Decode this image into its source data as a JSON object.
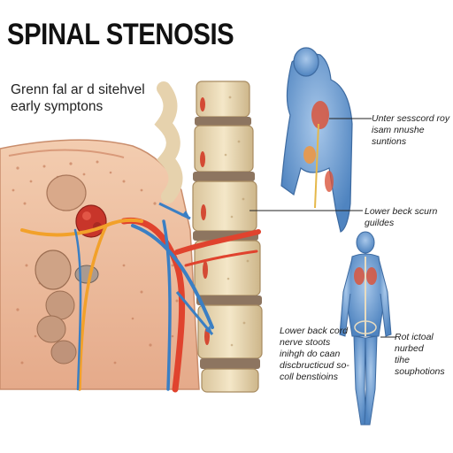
{
  "title": "SPINAL STENOSIS",
  "subtitle": "Grenn fal ar d sitehvel\nearly symptons",
  "labels": {
    "upper_right": "Unter sesscord roy\nisam nnushe suntions",
    "middle_right": "Lower beck scurn guildes",
    "lower_left": "Lower back cord\nnerve stoots\ninihgh do caan\ndiscbructicud so-\ncoll benstioins",
    "lower_right": "Rot ictoal nurbed\ntihe souphotions"
  },
  "colors": {
    "tissue": "#efc3a5",
    "bone": "#ecdcb8",
    "disc": "#8d7560",
    "artery": "#e0432e",
    "vein": "#3a7fc4",
    "nerve": "#f2a12a",
    "body": "#6f9fd2"
  }
}
